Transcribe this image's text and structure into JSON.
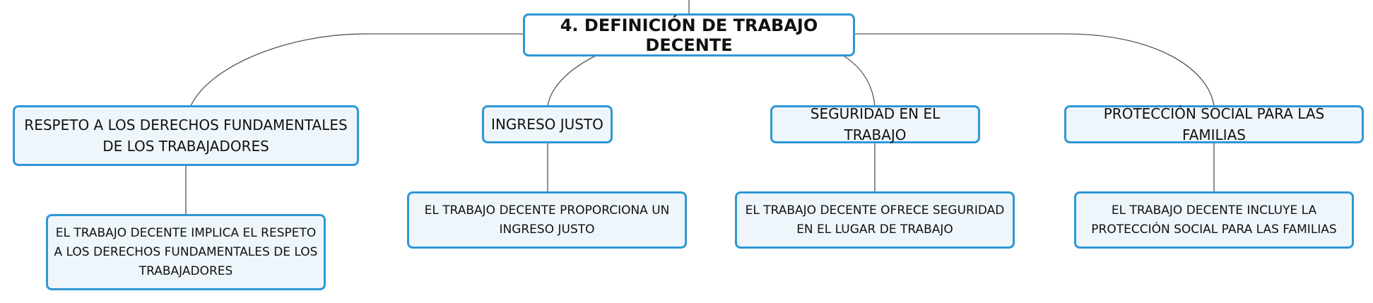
{
  "root": {
    "title": "4. DEFINICIÓN DE TRABAJO DECENTE"
  },
  "branches": [
    {
      "title": "RESPETO A LOS DERECHOS FUNDAMENTALES DE LOS TRABAJADORES",
      "detail": "EL TRABAJO DECENTE IMPLICA EL RESPETO A LOS DERECHOS FUNDAMENTALES DE LOS TRABAJADORES"
    },
    {
      "title": "INGRESO JUSTO",
      "detail": "EL TRABAJO DECENTE PROPORCIONA UN INGRESO JUSTO"
    },
    {
      "title": "SEGURIDAD EN EL TRABAJO",
      "detail": "EL TRABAJO DECENTE OFRECE SEGURIDAD EN EL LUGAR DE TRABAJO"
    },
    {
      "title": "PROTECCIÓN SOCIAL PARA LAS FAMILIAS",
      "detail": "EL TRABAJO DECENTE INCLUYE LA PROTECCIÓN SOCIAL PARA LAS FAMILIAS"
    }
  ],
  "colors": {
    "border": "#2f97d6",
    "fill": "#eef6fc",
    "line": "#555555"
  }
}
